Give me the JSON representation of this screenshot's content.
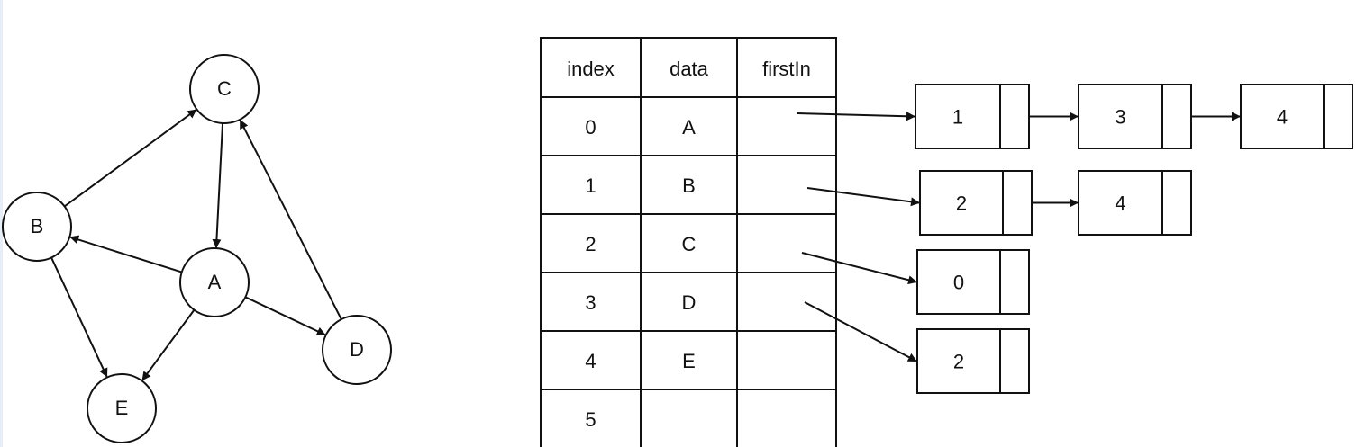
{
  "colors": {
    "ink": "#111111",
    "background": "#ffffff"
  },
  "graph": {
    "nodes": [
      {
        "id": "C",
        "label": "C"
      },
      {
        "id": "B",
        "label": "B"
      },
      {
        "id": "A",
        "label": "A"
      },
      {
        "id": "D",
        "label": "D"
      },
      {
        "id": "E",
        "label": "E"
      }
    ],
    "edges": [
      {
        "from": "B",
        "to": "C"
      },
      {
        "from": "C",
        "to": "A"
      },
      {
        "from": "A",
        "to": "B"
      },
      {
        "from": "A",
        "to": "E"
      },
      {
        "from": "A",
        "to": "D"
      },
      {
        "from": "D",
        "to": "C"
      },
      {
        "from": "B",
        "to": "E"
      }
    ]
  },
  "table": {
    "headers": [
      "index",
      "data",
      "firstIn"
    ],
    "rows": [
      {
        "index": "0",
        "data": "A"
      },
      {
        "index": "1",
        "data": "B"
      },
      {
        "index": "2",
        "data": "C"
      },
      {
        "index": "3",
        "data": "D"
      },
      {
        "index": "4",
        "data": "E"
      },
      {
        "index": "5",
        "data": ""
      }
    ]
  },
  "lists": [
    {
      "row": "0",
      "nodes": [
        "1",
        "3",
        "4"
      ]
    },
    {
      "row": "1",
      "nodes": [
        "2",
        "4"
      ]
    },
    {
      "row": "2",
      "nodes": [
        "0"
      ]
    },
    {
      "row": "3",
      "nodes": [
        "2"
      ]
    }
  ]
}
